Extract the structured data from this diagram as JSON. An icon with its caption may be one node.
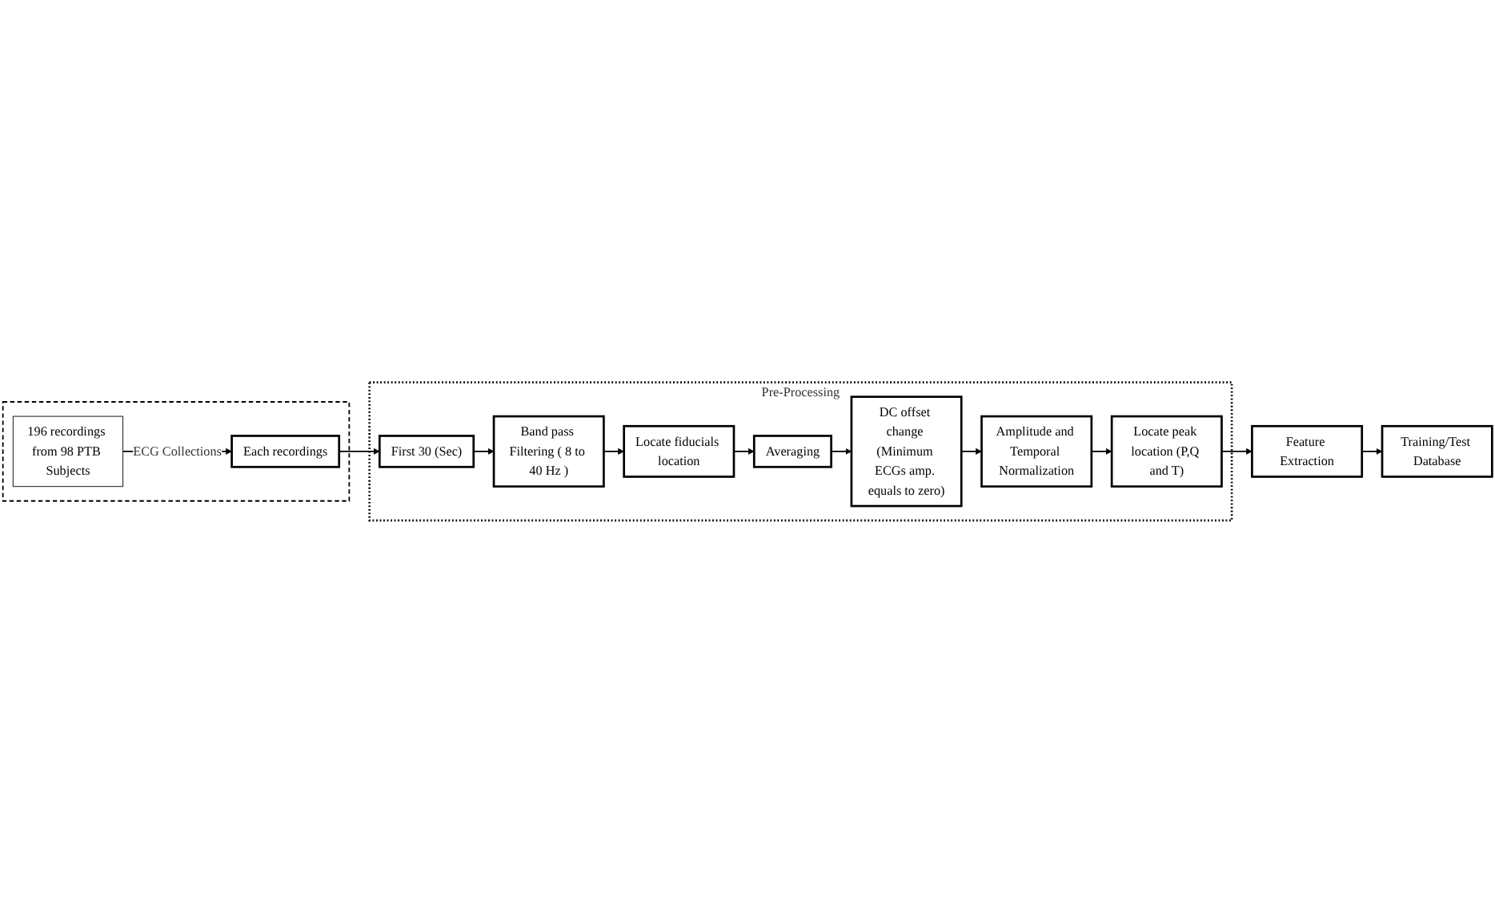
{
  "diagram": {
    "nodes": [
      {
        "text": [],
        "shape": "box"
      },
      {
        "text": [
          "196 recordings from 98 PTB Subjects"
        ],
        "in": 0
      },
      {
        "text": [
          "Each recordings"
        ],
        "in": 0
      },
      {
        "text": [
          "Pre-Processing"
        ]
      },
      {
        "text": [
          "First 30 (Sec)"
        ],
        "in": 3
      },
      {
        "text": [
          "Band pass Filtering ( 8 to 40 Hz )"
        ],
        "in": 3
      },
      {
        "text": [
          "Locate fiducials location"
        ],
        "in": 3
      },
      {
        "text": [
          "Averaging"
        ],
        "in": 3
      },
      {
        "text": [
          "DC offset change (Minimum ECGs amp. equals to zero)"
        ],
        "in": 3
      },
      {
        "text": [
          "Amplitude and Temporal Normalization"
        ],
        "in": 3
      },
      {
        "text": [
          "Locate peak location (P,Q and T)"
        ],
        "in": 3
      },
      {
        "text": [
          "Feature Extraction"
        ]
      },
      {
        "text": [
          "Training/Test Database"
        ]
      }
    ],
    "edges": [
      {
        "from": 1,
        "to": 2,
        "arrow": "to",
        "label": "ECG Collections"
      },
      {
        "from": 2,
        "to": 4,
        "arrow": "to"
      },
      {
        "from": 4,
        "to": 5,
        "arrow": "to"
      },
      {
        "from": 5,
        "to": 6,
        "arrow": "to"
      },
      {
        "from": 6,
        "to": 7,
        "arrow": "to"
      },
      {
        "from": 7,
        "to": 8,
        "arrow": "to"
      },
      {
        "from": 8,
        "to": 9,
        "arrow": "to"
      },
      {
        "from": 9,
        "to": 10,
        "arrow": "to"
      },
      {
        "from": 10,
        "to": 11,
        "arrow": "to"
      },
      {
        "from": 11,
        "to": 12,
        "arrow": "to"
      }
    ]
  }
}
